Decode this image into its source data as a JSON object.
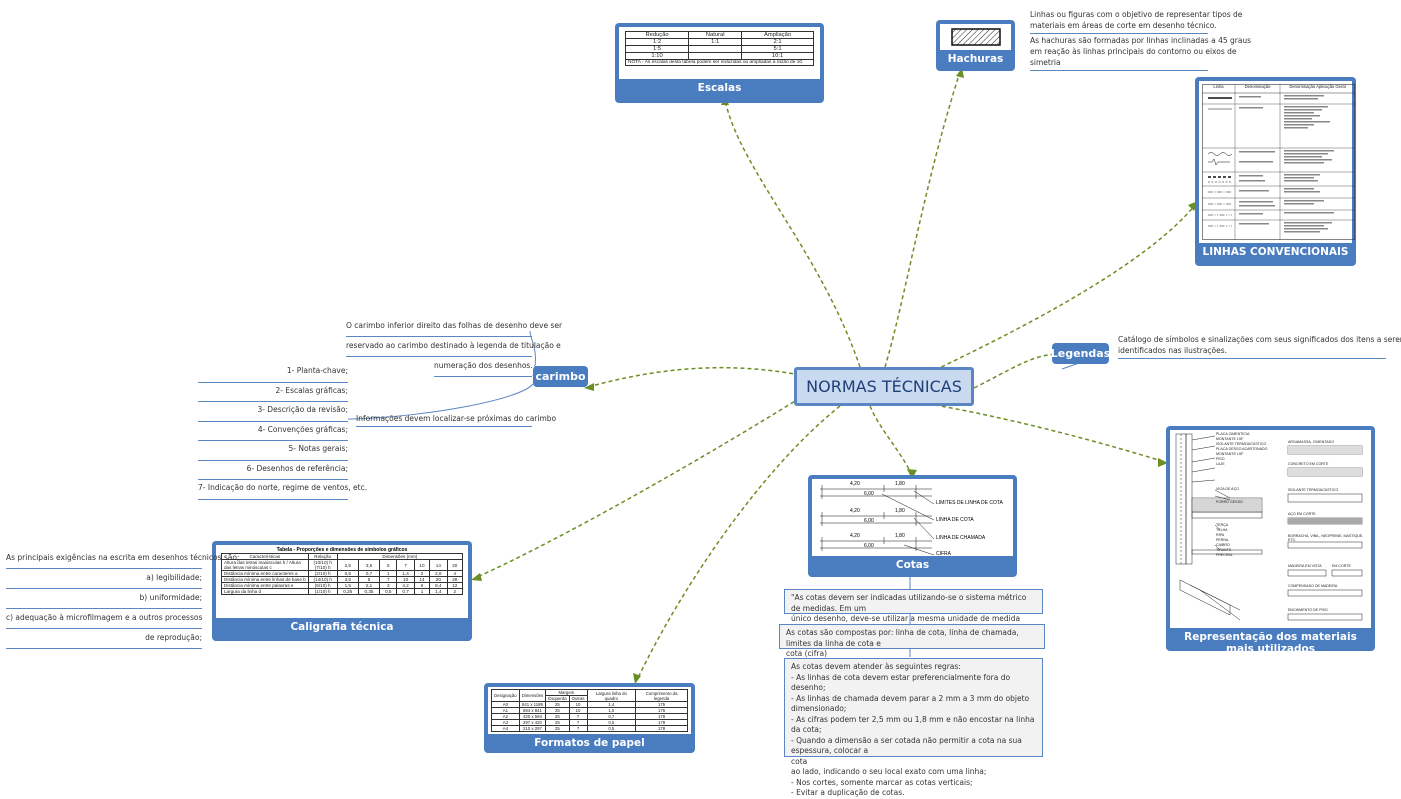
{
  "central": {
    "title": "NORMAS TÉCNICAS"
  },
  "escalas": {
    "caption": "Escalas",
    "headers": [
      "Redução",
      "Natural",
      "Ampliação"
    ],
    "rows": [
      [
        "1:2",
        "1:1",
        "2:1"
      ],
      [
        "1:5",
        "",
        "5:1"
      ],
      [
        "1:10",
        "",
        "10:1"
      ]
    ],
    "note": "NOTA - As escalas desta tabela podem ser reduzidas ou ampliadas à razão de 10."
  },
  "hachuras": {
    "caption": "Hachuras",
    "text1": [
      "Linhas ou figuras com o objetivo de representar tipos de",
      "materiais em áreas de corte em desenho técnico."
    ],
    "text2": [
      "As hachuras são formadas por linhas inclinadas a 45 graus",
      "em reação às linhas principais do contorno ou eixos de",
      "simetria"
    ]
  },
  "linhas": {
    "caption": "LINHAS CONVENCIONAIS",
    "headers": [
      "Linha",
      "Denominação",
      "Denominação Aplicação Geral"
    ]
  },
  "legendas": {
    "label": "Legendas",
    "text": [
      "Catálogo de símbolos e sinalizações com seus significados dos itens a serem",
      "identificados nas ilustrações."
    ]
  },
  "carimbo": {
    "label": "carimbo",
    "desc": [
      "O carimbo inferior direito das folhas de desenho deve ser",
      "reservado ao carimbo destinado à legenda de titulação e",
      "numeração dos desenhos."
    ],
    "info": "Informações devem localizar-se próximas do carimbo",
    "items": [
      "1- Planta-chave;",
      "2- Escalas gráficas;",
      "3- Descrição da revisão;",
      "4- Convenções gráficas;",
      "5- Notas gerais;",
      "6- Desenhos de referência;",
      "7- Indicação do norte, regime de ventos, etc."
    ]
  },
  "caligrafia": {
    "caption": "Caligrafia técnica",
    "table_title": "Tabela - Proporções e dimensões de símbolos gráficos",
    "headers": [
      "Características",
      "Relação",
      "Dimensões (mm)"
    ],
    "rows": [
      [
        "Altura das letras maiúsculas h / Altura das letras minúsculas c",
        "(10/10) h (7/10) h",
        "2,5",
        "3,5",
        "5",
        "7",
        "10",
        "14",
        "20"
      ],
      [
        "Distância mínima entre caracteres a",
        "(2/10) h",
        "0,5",
        "0,7",
        "1",
        "1,4",
        "2",
        "2,8",
        "4"
      ],
      [
        "Distância mínima entre linhas de base b",
        "(14/10) h",
        "3,5",
        "5",
        "7",
        "10",
        "14",
        "20",
        "28"
      ],
      [
        "Distância mínima entre palavras e",
        "(6/10) h",
        "1,5",
        "2,1",
        "3",
        "4,2",
        "6",
        "8,4",
        "12"
      ],
      [
        "Largura da linha d",
        "(1/10) h",
        "0,25",
        "0,35",
        "0,5",
        "0,7",
        "1",
        "1,4",
        "2"
      ]
    ],
    "intro": "As principais exigências na escrita em desenhos técnicos são;",
    "items": [
      "a) legibilidade;",
      "b) uniformidade;",
      "c) adequação à microfilmagem e a outros processos",
      "de reprodução;"
    ]
  },
  "formatos": {
    "caption": "Formatos de papel",
    "headers": [
      "Designação",
      "Dimensões",
      "Margem",
      "Esquerda",
      "Outras",
      "Largura linha do quadro",
      "Comprimento da legenda"
    ],
    "rows": [
      [
        "A0",
        "841 x 1189",
        "25",
        "10",
        "1,4",
        "175"
      ],
      [
        "A1",
        "594 x 841",
        "25",
        "10",
        "1,0",
        "175"
      ],
      [
        "A2",
        "420 x 594",
        "25",
        "7",
        "0,7",
        "178"
      ],
      [
        "A3",
        "297 x 420",
        "25",
        "7",
        "0,5",
        "178"
      ],
      [
        "A4",
        "210 x 297",
        "25",
        "7",
        "0,5",
        "178"
      ]
    ]
  },
  "cotas": {
    "caption": "Cotas",
    "dims": [
      [
        "4,20",
        "1,80",
        "6,00"
      ],
      [
        "4,20",
        "1,80",
        "6,00"
      ],
      [
        "4,20",
        "1,80",
        "6,00"
      ]
    ],
    "labels": [
      "LIMITES DE LINHA DE COTA",
      "LINHA DE COTA",
      "LINHA DE CHAMADA",
      "CIFRA"
    ],
    "note1": [
      "\"As cotas devem ser indicadas utilizando-se o sistema métrico de medidas. Em um",
      "único desenho, deve-se utilizar a mesma unidade de medida"
    ],
    "note2": [
      "As cotas são compostas por: linha de cota, linha de chamada, limites da linha de cota e",
      "cota (cifra)"
    ],
    "note3": [
      "As cotas devem atender às seguintes regras:",
      "- As linhas de cota devem estar preferencialmente fora do desenho;",
      "- As linhas de chamada devem parar a 2 mm a 3 mm do objeto dimensionado;",
      "- As cifras podem ter 2,5 mm ou 1,8 mm e não encostar na linha da cota;",
      "- Quando a dimensão a ser cotada não permitir a cota na sua espessura, colocar a",
      "cota",
      "ao lado, indicando o seu local exato com uma linha;",
      "- Nos cortes, somente marcar as cotas verticais;",
      "- Evitar a duplicação de cotas."
    ]
  },
  "materiais": {
    "caption": "Representação dos materiais mais utilizados",
    "left_labels": [
      "PLACA CIMENTÍCIA",
      "MONTANTE LSF",
      "ISOLANTE TERMOACÚSTICO",
      "PLACA GESSO ACARTONADO",
      "MONTANTE LSF",
      "PISO",
      "LAJE",
      "VIGA DE AÇO",
      "FORRO GESSO",
      "TERÇA",
      "TELHA",
      "RIPA",
      "PERNA",
      "CAIBRO",
      "TIRANTE",
      "FRECHAL"
    ],
    "right_labels": [
      "ARGAMASSA, CIMENTADO",
      "CONCRETO EM CORTE",
      "ISOLANTE TERMOACÚSTICO",
      "AÇO EM CORTE",
      "BORRACHA, VINIL, NEOPRENE, MASTIQUE, ETC.",
      "MADEIRA EM VISTA",
      "EM CORTE",
      "COMPENSADO DE MADEIRA",
      "ENCHIMENTO DE PISO"
    ]
  },
  "colors": {
    "accent": "#4a7cc0",
    "link": "#6b8e23",
    "central_fill": "#c9d9ef"
  }
}
